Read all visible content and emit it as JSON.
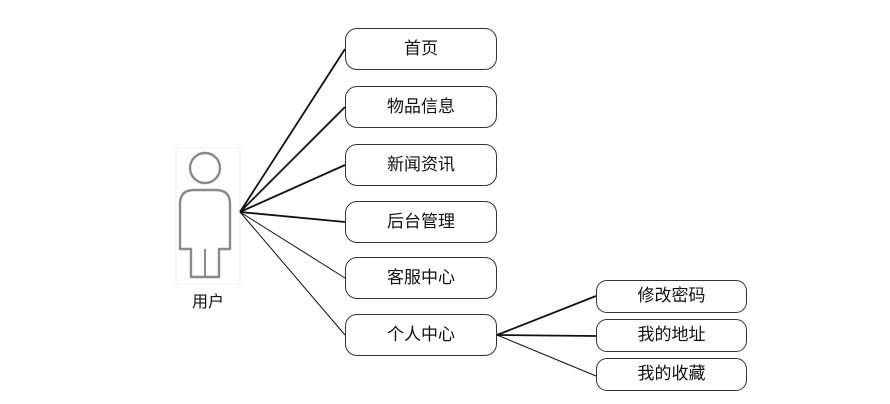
{
  "actor": {
    "label": "用户"
  },
  "functions": [
    {
      "label": "首页"
    },
    {
      "label": "物品信息"
    },
    {
      "label": "新闻资讯"
    },
    {
      "label": "后台管理"
    },
    {
      "label": "客服中心"
    },
    {
      "label": "个人中心"
    }
  ],
  "sub_functions": [
    {
      "parent": "个人中心",
      "label": "修改密码"
    },
    {
      "parent": "个人中心",
      "label": "我的地址"
    },
    {
      "parent": "个人中心",
      "label": "我的收藏"
    }
  ]
}
